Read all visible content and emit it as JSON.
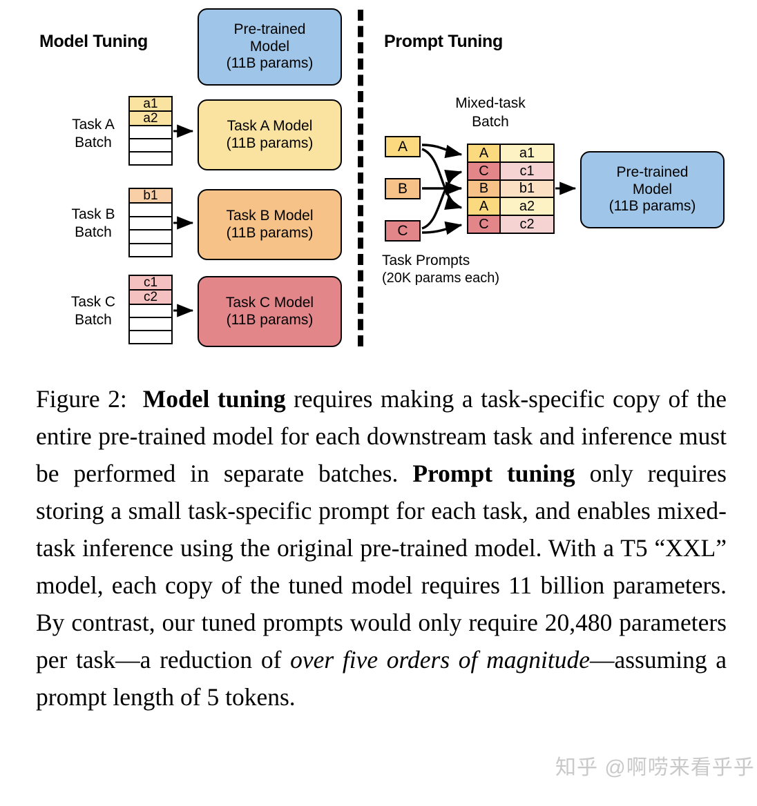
{
  "figure": {
    "left_panel": {
      "heading": "Model Tuning",
      "pretrained_box": {
        "line1": "Pre-trained",
        "line2": "Model",
        "line3": "(11B params)",
        "color": "#9fc5e8"
      },
      "rows": [
        {
          "batch_label_line1": "Task A",
          "batch_label_line2": "Batch",
          "filled_cells": [
            "a1",
            "a2"
          ],
          "empty_cell_count": 3,
          "cell_color": "#fae3a0",
          "model_line1": "Task A Model",
          "model_line2": "(11B params)",
          "model_color": "#fae3a0"
        },
        {
          "batch_label_line1": "Task B",
          "batch_label_line2": "Batch",
          "filled_cells": [
            "b1"
          ],
          "empty_cell_count": 4,
          "cell_color": "#f9cfa8",
          "model_line1": "Task B Model",
          "model_line2": "(11B params)",
          "model_color": "#f6c288"
        },
        {
          "batch_label_line1": "Task C",
          "batch_label_line2": "Batch",
          "filled_cells": [
            "c1",
            "c2"
          ],
          "empty_cell_count": 3,
          "cell_color": "#f4c0c0",
          "model_line1": "Task C Model",
          "model_line2": "(11B params)",
          "model_color": "#e2868a"
        }
      ]
    },
    "right_panel": {
      "heading": "Prompt Tuning",
      "mixed_batch_label_line1": "Mixed-task",
      "mixed_batch_label_line2": "Batch",
      "task_prompts_label_line1": "Task Prompts",
      "task_prompts_label_line2": "(20K params each)",
      "prompt_chips": [
        {
          "label": "A",
          "color": "#fad97f"
        },
        {
          "label": "B",
          "color": "#f6c288"
        },
        {
          "label": "C",
          "color": "#e2868a"
        }
      ],
      "mixed_rows": [
        {
          "task": "A",
          "data": "a1",
          "task_color": "#fad97f",
          "data_color": "#fdf2c4"
        },
        {
          "task": "C",
          "data": "c1",
          "task_color": "#e2868a",
          "data_color": "#f5d3d3"
        },
        {
          "task": "B",
          "data": "b1",
          "task_color": "#f6c288",
          "data_color": "#fbe0c4"
        },
        {
          "task": "A",
          "data": "a2",
          "task_color": "#fad97f",
          "data_color": "#fdf2c4"
        },
        {
          "task": "C",
          "data": "c2",
          "task_color": "#e2868a",
          "data_color": "#f5d3d3"
        }
      ],
      "pretrained_box": {
        "line1": "Pre-trained",
        "line2": "Model",
        "line3": "(11B params)",
        "color": "#9fc5e8"
      }
    }
  },
  "caption": {
    "figure_number": "Figure 2:",
    "bold_1": "Model tuning",
    "text_1": " requires making a task-specific copy of the entire pre-trained model for each downstream task and inference must be performed in separate batches. ",
    "bold_2": "Prompt tuning",
    "text_2": " only requires storing a small task-specific prompt for each task, and enables mixed-task inference using the original pre-trained model. With a T5 “XXL” model, each copy of the tuned model requires 11 billion parameters. By contrast, our tuned prompts would only require 20,480 parameters per task—a reduction of ",
    "italic_1": "over five orders of magnitude",
    "text_3": "—assuming a prompt length of 5 tokens."
  },
  "watermark": {
    "text": "知乎 @啊唠来看乎乎"
  }
}
